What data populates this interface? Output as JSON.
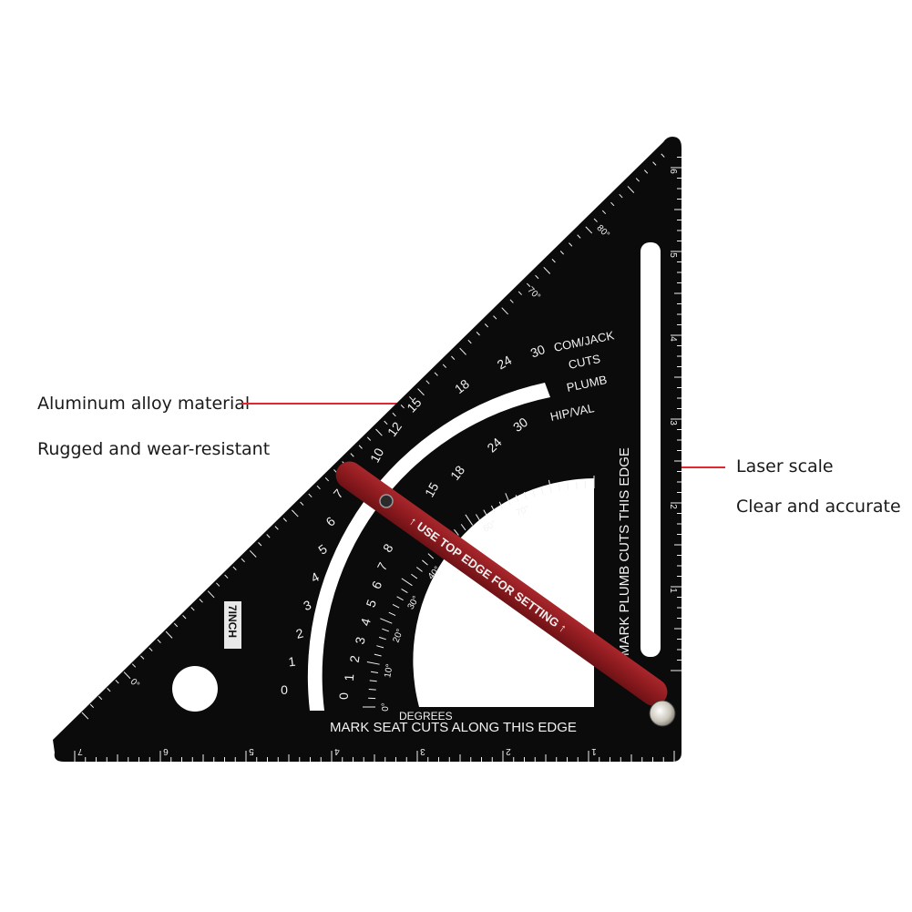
{
  "callouts": {
    "material_title": "Aluminum alloy material",
    "material_sub": "Rugged and wear-resistant",
    "scale_title": "Laser scale",
    "scale_sub": "Clear and accurate"
  },
  "square": {
    "size_badge": "7INCH",
    "vertical_edge_text": "MARK PLUMB CUTS THIS EDGE",
    "bottom_edge_text": "MARK SEAT CUTS ALONG THIS EDGE",
    "degrees_label": "DEGREES",
    "com_jack_label": "COM/JACK",
    "cuts_label": "CUTS",
    "plumb_label": "PLUMB",
    "hip_val_label": "HIP/VAL",
    "arm_text": "↑ USE TOP EDGE FOR SETTING ↑",
    "common_scale": [
      "10",
      "12",
      "15",
      "18",
      "24",
      "30"
    ],
    "hip_scale": [
      "15",
      "18",
      "24",
      "30"
    ],
    "inner_rise_scale": [
      "0",
      "1",
      "2",
      "3",
      "4",
      "5",
      "6",
      "7"
    ],
    "outer_rise_scale": [
      "0",
      "1",
      "2",
      "3",
      "4",
      "5",
      "6",
      "7",
      "8"
    ],
    "degree_scale": [
      "0°",
      "10°",
      "20°",
      "30°",
      "40°",
      "50°",
      "60°",
      "70°",
      "80°"
    ],
    "bottom_inches": [
      "1",
      "2",
      "3",
      "4",
      "5",
      "6",
      "7"
    ],
    "side_inches": [
      "1",
      "2",
      "3",
      "4",
      "5",
      "6"
    ]
  },
  "colors": {
    "body": "#0b0b0b",
    "arm": "#8e1b1f",
    "leader": "#e0282e",
    "engraving": "#f2f2f2"
  }
}
